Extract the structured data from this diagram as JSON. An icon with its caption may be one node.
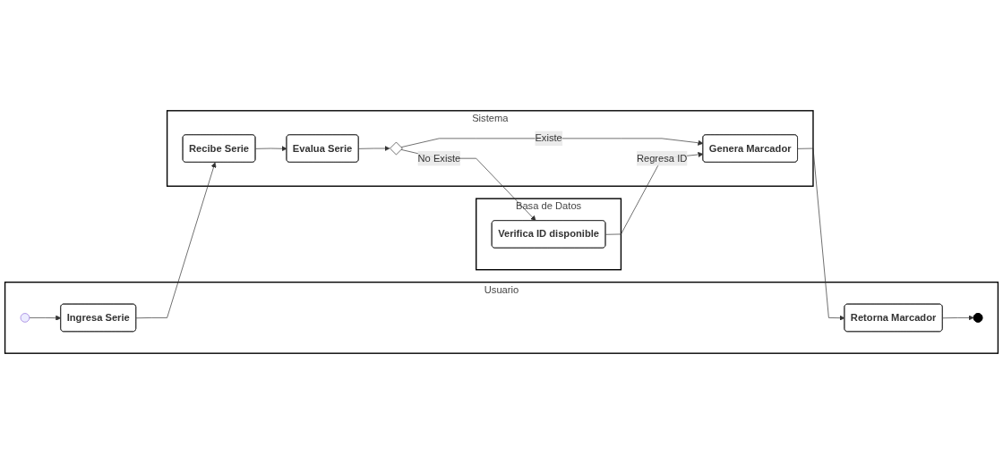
{
  "diagram": {
    "nodes": [
      {
        "text": [
          "Usuario"
        ]
      },
      {
        "text": [
          "Sistema"
        ]
      },
      {
        "text": [
          "Basa de Datos"
        ]
      },
      {
        "text": [],
        "shape": "circle",
        "in": 0
      },
      {
        "text": [
          "Ingresa Serie"
        ],
        "in": 0
      },
      {
        "text": [
          "Retorna Marcador"
        ],
        "in": 0
      },
      {
        "text": [],
        "shape": "bullseye",
        "in": 0
      },
      {
        "text": [
          "Recibe Serie"
        ],
        "in": 1
      },
      {
        "text": [
          "Evalua Serie"
        ],
        "in": 1
      },
      {
        "text": [],
        "shape": "diamond",
        "in": 1
      },
      {
        "text": [
          "Genera Marcador"
        ],
        "in": 1
      },
      {
        "text": [
          "Verifica ID disponible"
        ],
        "in": 2
      }
    ],
    "edges": [
      {
        "from": 3,
        "to": 4,
        "arrow": "to"
      },
      {
        "from": 4,
        "to": 7,
        "arrow": "to"
      },
      {
        "from": 7,
        "to": 8,
        "arrow": "to"
      },
      {
        "from": 8,
        "to": 9,
        "arrow": "to"
      },
      {
        "from": 9,
        "to": 10,
        "label": "Existe",
        "arrow": "to"
      },
      {
        "from": 9,
        "to": 11,
        "label": "No Existe",
        "arrow": "to"
      },
      {
        "from": 11,
        "to": 10,
        "label": "Regresa ID",
        "arrow": "to"
      },
      {
        "from": 10,
        "to": 5,
        "arrow": "to"
      },
      {
        "from": 5,
        "to": 6,
        "arrow": "to"
      }
    ]
  }
}
